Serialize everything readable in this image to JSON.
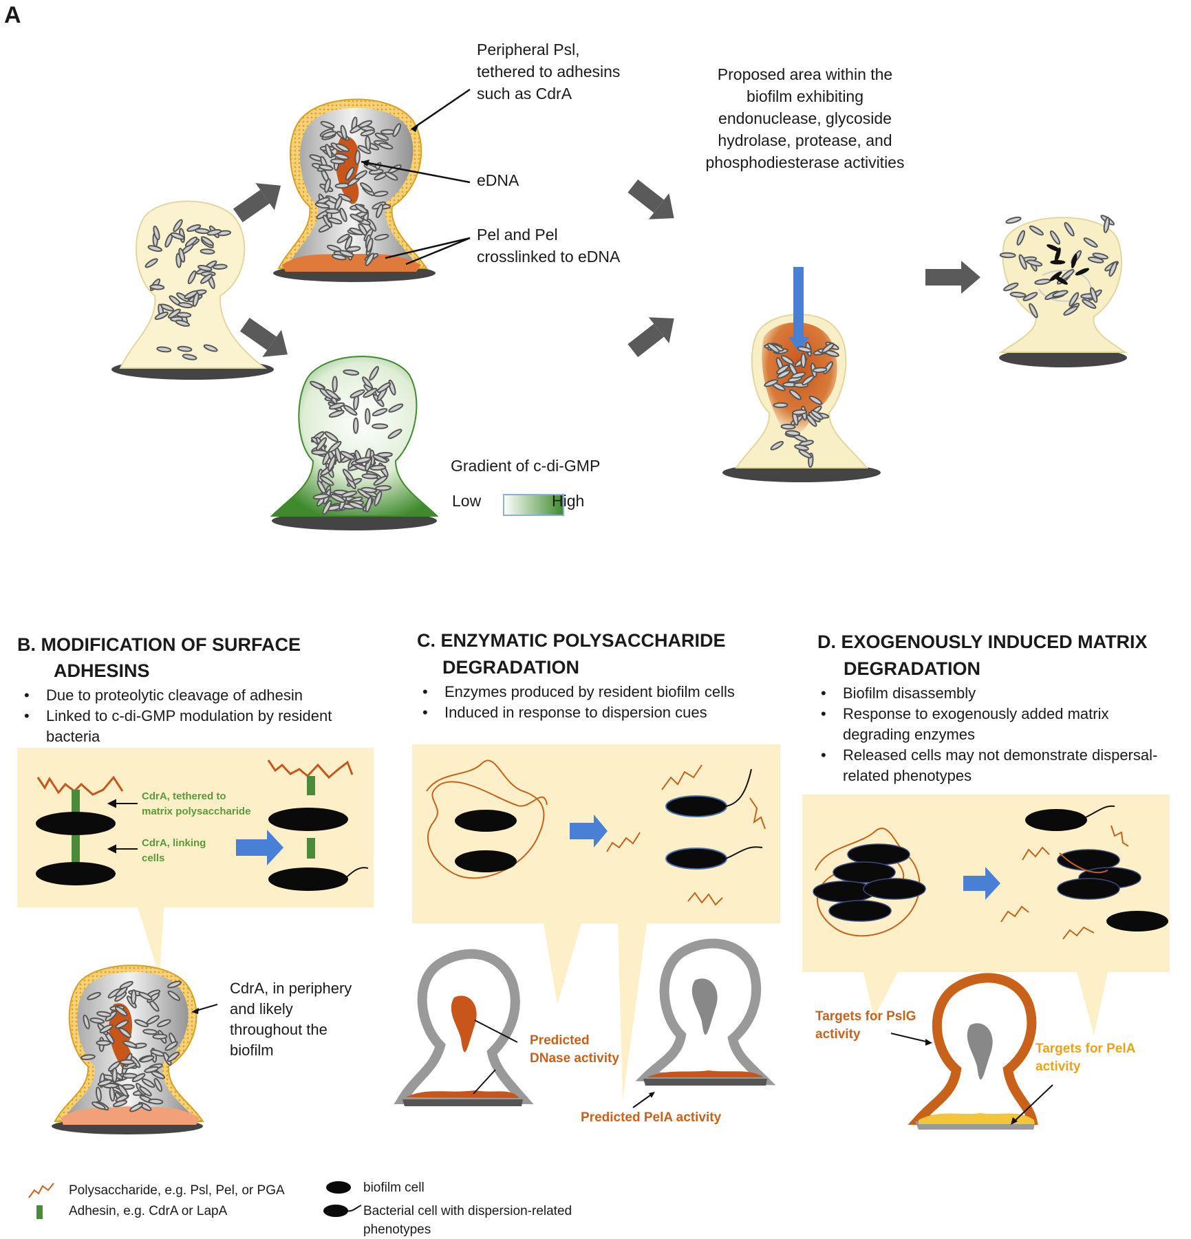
{
  "panel_a": {
    "letter": "A",
    "psl_label": [
      "Peripheral Psl,",
      "tethered to adhesins",
      "such as CdrA"
    ],
    "edna_label": "eDNA",
    "pel_label": [
      "Pel and Pel",
      "crosslinked to eDNA"
    ],
    "proposed_label": [
      "Proposed area within the",
      "biofilm exhibiting",
      "endonuclease, glycoside",
      "hydrolase, protease, and",
      "phosphodiesterase activities"
    ],
    "gradient_title": "Gradient of c-di-GMP",
    "gradient_low": "Low",
    "gradient_high": "High"
  },
  "panel_b": {
    "title_1": "B.   MODIFICATION OF SURFACE",
    "title_2": "ADHESINS",
    "bullet_1": "Due to proteolytic cleavage of adhesin",
    "bullet_2a": "Linked to c-di-GMP modulation by resident",
    "bullet_2b": "bacteria",
    "cdra_tethered": [
      "CdrA, tethered to",
      "matrix polysaccharide"
    ],
    "cdra_linking": [
      "CdrA, linking",
      "cells"
    ],
    "cdra_periphery": [
      "CdrA, in periphery",
      "and likely",
      "throughout the",
      "biofilm"
    ]
  },
  "panel_c": {
    "title_1": "C. ENZYMATIC POLYSACCHARIDE",
    "title_2": "DEGRADATION",
    "bullet_1": "Enzymes produced by resident biofilm cells",
    "bullet_2": "Induced in response to dispersion cues",
    "dnase": [
      "Predicted",
      "DNase activity"
    ],
    "pela": "Predicted PelA activity"
  },
  "panel_d": {
    "title_1": "D. EXOGENOUSLY INDUCED MATRIX",
    "title_2": "DEGRADATION",
    "bullet_1": "Biofilm disassembly",
    "bullet_2a": "Response to exogenously added matrix",
    "bullet_2b": "degrading enzymes",
    "bullet_3a": "Released cells may not demonstrate dispersal-",
    "bullet_3b": "related phenotypes",
    "pslg": [
      "Targets for PslG",
      "activity"
    ],
    "pela": [
      "Targets for PelA",
      "activity"
    ]
  },
  "legend": {
    "polysaccharide": "Polysaccharide, e.g. Psl, Pel, or PGA",
    "adhesin": "Adhesin, e.g. CdrA or LapA",
    "biofilm_cell": "biofilm cell",
    "dispersion_cell": [
      "Bacterial cell with dispersion-related",
      "phenotypes"
    ]
  },
  "colors": {
    "orange": "#c8621a",
    "cream": "#f8f1c8",
    "panel_bg": "#fdefc8",
    "blue_arrow": "#4a7fd6",
    "green": "#4a8a3a",
    "gray_arrow": "#5a5a5a",
    "yellow": "#f3c63a"
  }
}
